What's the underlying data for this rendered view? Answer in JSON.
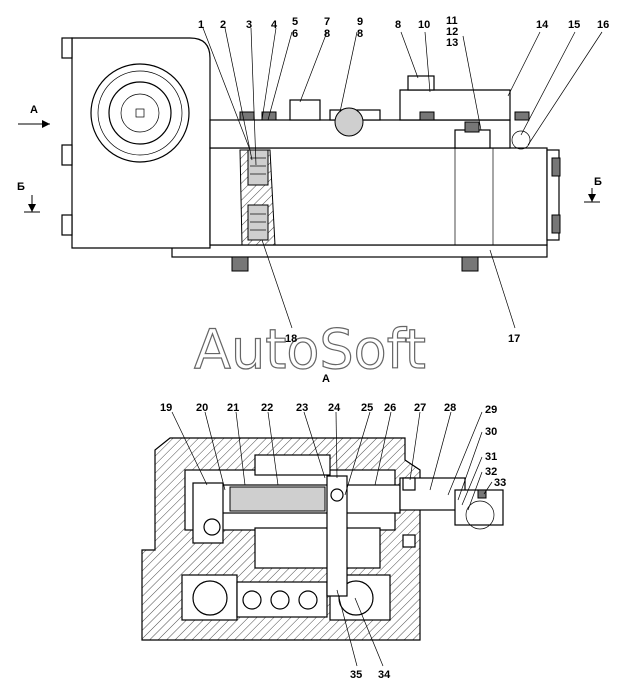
{
  "watermark": "AutoSoft",
  "view_labels": {
    "a_left": "А",
    "b_left": "Б",
    "b_right": "Б",
    "section_a": "А"
  },
  "callouts": [
    {
      "id": "c1",
      "text": "1"
    },
    {
      "id": "c2",
      "text": "2"
    },
    {
      "id": "c3",
      "text": "3"
    },
    {
      "id": "c4",
      "text": "4"
    },
    {
      "id": "c5",
      "text": "5"
    },
    {
      "id": "c6",
      "text": "6"
    },
    {
      "id": "c7",
      "text": "7"
    },
    {
      "id": "c8a",
      "text": "8"
    },
    {
      "id": "c9",
      "text": "9"
    },
    {
      "id": "c8b",
      "text": "8"
    },
    {
      "id": "c8",
      "text": "8"
    },
    {
      "id": "c10",
      "text": "10"
    },
    {
      "id": "c11",
      "text": "11"
    },
    {
      "id": "c12",
      "text": "12"
    },
    {
      "id": "c13",
      "text": "13"
    },
    {
      "id": "c14",
      "text": "14"
    },
    {
      "id": "c15",
      "text": "15"
    },
    {
      "id": "c16",
      "text": "16"
    },
    {
      "id": "c17",
      "text": "17"
    },
    {
      "id": "c18",
      "text": "18"
    },
    {
      "id": "c19",
      "text": "19"
    },
    {
      "id": "c20",
      "text": "20"
    },
    {
      "id": "c21",
      "text": "21"
    },
    {
      "id": "c22",
      "text": "22"
    },
    {
      "id": "c23",
      "text": "23"
    },
    {
      "id": "c24",
      "text": "24"
    },
    {
      "id": "c25",
      "text": "25"
    },
    {
      "id": "c26",
      "text": "26"
    },
    {
      "id": "c27",
      "text": "27"
    },
    {
      "id": "c28",
      "text": "28"
    },
    {
      "id": "c29",
      "text": "29"
    },
    {
      "id": "c30",
      "text": "30"
    },
    {
      "id": "c31",
      "text": "31"
    },
    {
      "id": "c32",
      "text": "32"
    },
    {
      "id": "c33",
      "text": "33"
    },
    {
      "id": "c34",
      "text": "34"
    },
    {
      "id": "c35",
      "text": "35"
    }
  ]
}
